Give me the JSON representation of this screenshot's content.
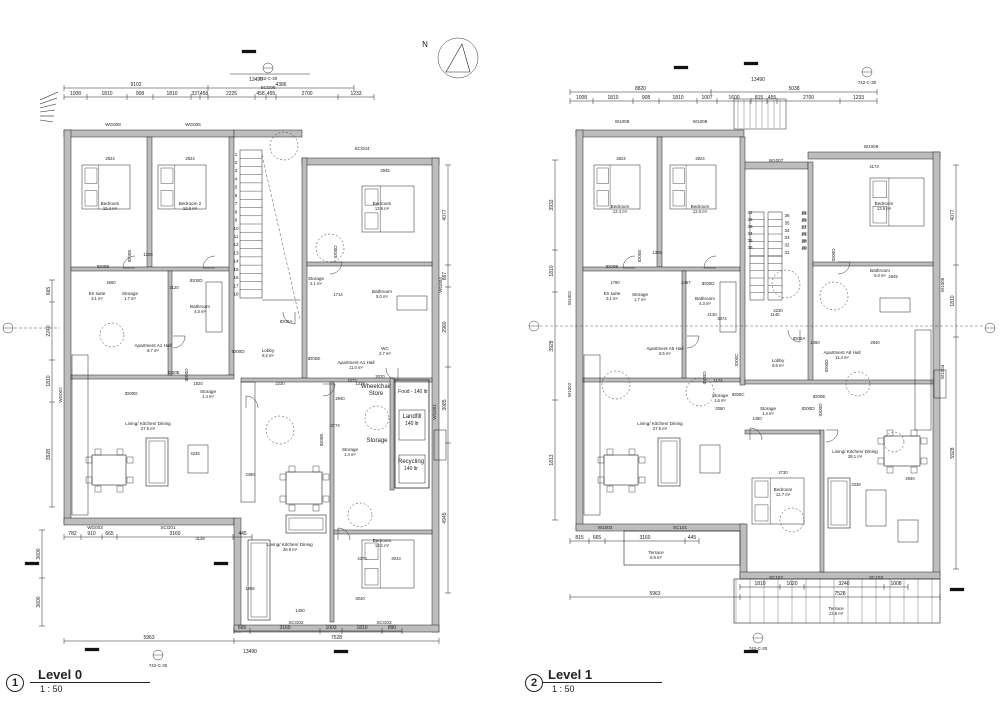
{
  "levels": [
    {
      "number": "1",
      "name": "Level 0",
      "scale": "1 : 50",
      "rooms": [
        {
          "id": "l0-bed1",
          "label": "Bedroom",
          "area": "12.4 m²"
        },
        {
          "id": "l0-bed2",
          "label": "Bedroom 2",
          "area": "12.0 m²"
        },
        {
          "id": "l0-bed3",
          "label": "Bedroom",
          "area": "13.6 m²"
        },
        {
          "id": "l0-ensuite",
          "label": "En suite",
          "area": "3.1 m²"
        },
        {
          "id": "l0-storage1",
          "label": "Storage",
          "area": "1.7 m²"
        },
        {
          "id": "l0-bath",
          "label": "Bathroom",
          "area": "4.3 m²"
        },
        {
          "id": "l0-apthall1",
          "label": "Apartment A1 Hall",
          "area": "8.7 m²"
        },
        {
          "id": "l0-storage2",
          "label": "Storage",
          "area": "1.4 m²"
        },
        {
          "id": "l0-lobby",
          "label": "Lobby",
          "area": "8.2 m²"
        },
        {
          "id": "l0-storage3",
          "label": "Storage",
          "area": "2.1 m²"
        },
        {
          "id": "l0-bath2",
          "label": "Bathroom",
          "area": "5.0 m²"
        },
        {
          "id": "l0-apthall2",
          "label": "Apartment A1 Hall",
          "area": "11.0 m²"
        },
        {
          "id": "l0-wc",
          "label": "WC",
          "area": "2.7 m²"
        },
        {
          "id": "l0-living1",
          "label": "Living/ Kitchen/ Dining",
          "area": "27.5 m²"
        },
        {
          "id": "l0-living2",
          "label": "Living/ Kitchen/ Dining",
          "area": "26.6 m²"
        },
        {
          "id": "l0-bed4",
          "label": "Bedroom",
          "area": "13.1 m²"
        },
        {
          "id": "l0-storage4",
          "label": "Storage",
          "area": "1.4 m²"
        }
      ],
      "refuse": {
        "wheelchair": "Wheelchair",
        "store": "Store",
        "food": "Food - 140 ltr",
        "landfill_label": "Landfill",
        "landfill_cap": "140 ltr",
        "recycling_label": "Recycling",
        "recycling_cap": "140 ltr",
        "storage": "Storage"
      },
      "windows": [
        "WG008",
        "WG005",
        "WG004",
        "WG003",
        "WG002",
        "WG001"
      ],
      "doors": [
        "ID00E",
        "ID00E",
        "ID00D",
        "ID00A",
        "ID00D",
        "ID00D",
        "ID00E",
        "ID00D",
        "D00E",
        "ID00D",
        "ID00E"
      ],
      "sliders": [
        "SCG05",
        "SCG04",
        "SCG03",
        "SCG01",
        "SCG02"
      ],
      "top_dims_row1": [
        "9102",
        "4386"
      ],
      "top_dims_row2": [
        "1008",
        "1810",
        "908",
        "1810",
        "337",
        "458",
        "2225",
        "458",
        "455",
        "2700",
        "1233"
      ],
      "top_dim_total": "13490",
      "bottom_dims_row1": [
        "782",
        "910",
        "665",
        "3160",
        "445"
      ],
      "bottom_dims_row2": [
        "665",
        "3160",
        "1003",
        "1810",
        "890"
      ],
      "bottom_dims_total": [
        "5963",
        "7528"
      ],
      "bottom_total": "13490",
      "left_dims": [
        "665",
        "2240",
        "1810",
        "3928",
        "3600",
        "3600"
      ],
      "right_dims": [
        "4077",
        "867",
        "2960",
        "3085",
        "4945"
      ],
      "stair_numbers": [
        "1",
        "2",
        "3",
        "4",
        "5",
        "6",
        "7",
        "8",
        "9",
        "10",
        "11",
        "12",
        "13",
        "14",
        "15",
        "16",
        "17",
        "18"
      ],
      "section_refs": [
        "742-C-30",
        "742-C-30"
      ],
      "room_dims": [
        "2824",
        "2824",
        "2945",
        "1305",
        "2650",
        "2120",
        "2230",
        "1714",
        "1318",
        "1820",
        "3774",
        "4245",
        "3128",
        "4370",
        "3043",
        "2940",
        "3040",
        "2480",
        "1450",
        "1955",
        "2070",
        "1073"
      ],
      "north": "N"
    },
    {
      "number": "2",
      "name": "Level 1",
      "scale": "1 : 50",
      "rooms": [
        {
          "id": "l1-bed1",
          "label": "Bedroom",
          "area": "12.4 m²"
        },
        {
          "id": "l1-bed2",
          "label": "Bedroom",
          "area": "12.0 m²"
        },
        {
          "id": "l1-bed3",
          "label": "Bedroom",
          "area": "13.6 m²"
        },
        {
          "id": "l1-ensuite",
          "label": "En suite",
          "area": "3.1 m²"
        },
        {
          "id": "l1-storage1",
          "label": "Storage",
          "area": "1.7 m²"
        },
        {
          "id": "l1-bath",
          "label": "Bathroom",
          "area": "4.3 m²"
        },
        {
          "id": "l1-bath2",
          "label": "Bathroom",
          "area": "5.0 m²"
        },
        {
          "id": "l1-apthall1",
          "label": "Apartment A5 Hall",
          "area": "8.5 m²"
        },
        {
          "id": "l1-apthall2",
          "label": "Apartment A6 Hall",
          "area": "11.4 m²"
        },
        {
          "id": "l1-lobby",
          "label": "Lobby",
          "area": "8.6 m²"
        },
        {
          "id": "l1-storage2",
          "label": "Storage",
          "area": "1.6 m²"
        },
        {
          "id": "l1-storage3",
          "label": "Storage",
          "area": "1.4 m²"
        },
        {
          "id": "l1-living1",
          "label": "Living/ Kitchen/ Dining",
          "area": "27.5 m²"
        },
        {
          "id": "l1-living2",
          "label": "Living/ Kitchen/ Dining",
          "area": "28.1 m²"
        },
        {
          "id": "l1-bed4",
          "label": "Bedroom",
          "area": "12.7 m²"
        },
        {
          "id": "l1-terrace1",
          "label": "Terrace",
          "area": "8.9 m²"
        },
        {
          "id": "l1-terrace2",
          "label": "Terrace",
          "area": "12.8 m²"
        }
      ],
      "windows": [
        "W1009",
        "W1008",
        "W1007",
        "W1006",
        "W1001",
        "W1005",
        "W1002",
        "W1004",
        "W1003"
      ],
      "doors": [
        "ID00E",
        "ID00E",
        "ID00D",
        "ID00D",
        "ID00A",
        "ID00C",
        "ID00C",
        "ID00D",
        "ID00D",
        "ID00D",
        "ID00E",
        "ID00D"
      ],
      "sliders": [
        "SC101",
        "SC102",
        "SC103"
      ],
      "top_dims_row1": [
        "8820",
        "5038"
      ],
      "top_dims_row2": [
        "1008",
        "1810",
        "908",
        "1810",
        "1007",
        "1600",
        "815",
        "455",
        "2700",
        "1233"
      ],
      "top_dim_total": "13490",
      "bottom_dims_row1": [
        "815",
        "665",
        "3160",
        "445"
      ],
      "bottom_dims_row2": [
        "1810",
        "1020",
        "3240",
        "1008"
      ],
      "bottom_dims_total": [
        "5963",
        "7528"
      ],
      "left_dims": [
        "3932",
        "1810",
        "3928",
        "1813"
      ],
      "right_dims": [
        "4077",
        "1810",
        "5928"
      ],
      "stair_numbers": [
        "19",
        "20",
        "21",
        "22",
        "23",
        "24",
        "25",
        "26",
        "27",
        "28",
        "29",
        "30",
        "31",
        "32",
        "33",
        "34",
        "35",
        "36"
      ],
      "section_refs": [
        "742-C-30",
        "742-C-30"
      ],
      "room_dims": [
        "2824",
        "2824",
        "4173",
        "2945",
        "1305",
        "1790",
        "1487",
        "2130",
        "3374",
        "2230",
        "1450",
        "1140",
        "2940",
        "1173",
        "1450",
        "2060",
        "2730",
        "3338",
        "2940"
      ]
    }
  ]
}
